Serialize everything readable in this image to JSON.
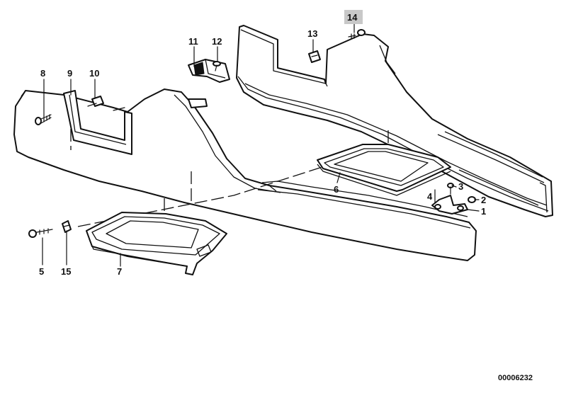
{
  "diagram": {
    "callouts": [
      {
        "id": "1",
        "label": "1"
      },
      {
        "id": "2",
        "label": "2"
      },
      {
        "id": "3",
        "label": "3"
      },
      {
        "id": "4",
        "label": "4"
      },
      {
        "id": "5",
        "label": "5"
      },
      {
        "id": "6",
        "label": "6"
      },
      {
        "id": "7",
        "label": "7"
      },
      {
        "id": "8",
        "label": "8"
      },
      {
        "id": "9",
        "label": "9"
      },
      {
        "id": "10",
        "label": "10"
      },
      {
        "id": "11",
        "label": "11"
      },
      {
        "id": "12",
        "label": "12"
      },
      {
        "id": "13",
        "label": "13"
      },
      {
        "id": "14",
        "label": "14",
        "highlighted": true
      },
      {
        "id": "15",
        "label": "15"
      }
    ],
    "document_number": "00006232",
    "highlight_color": "#c8c8c8",
    "line_color": "#111111"
  }
}
